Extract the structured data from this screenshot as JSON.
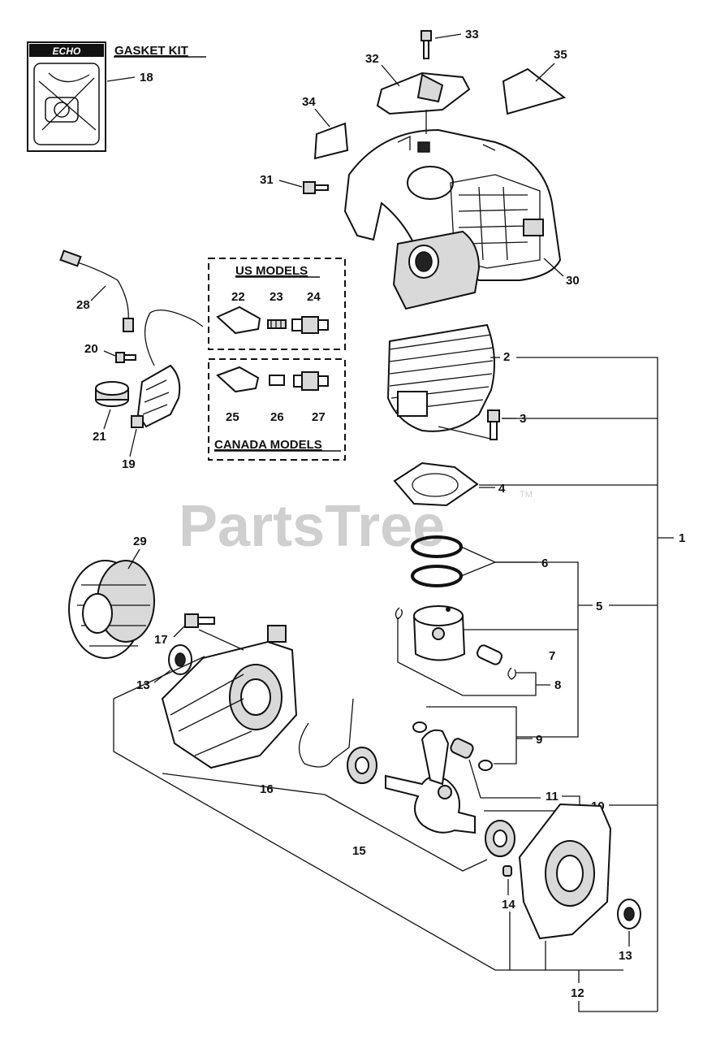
{
  "brand": {
    "logo_text": "ECHO",
    "kit_title": "GASKET KIT"
  },
  "boxes": {
    "us_title": "US MODELS",
    "canada_title": "CANADA MODELS"
  },
  "watermark": {
    "text": "PartsTree",
    "tm": "TM"
  },
  "callouts": {
    "c1": "1",
    "c2": "2",
    "c3": "3",
    "c4": "4",
    "c5": "5",
    "c6": "6",
    "c7": "7",
    "c8": "8",
    "c9": "9",
    "c10": "10",
    "c11": "11",
    "c12": "12",
    "c13a": "13",
    "c13b": "13",
    "c14": "14",
    "c15": "15",
    "c16": "16",
    "c17": "17",
    "c18": "18",
    "c19": "19",
    "c20": "20",
    "c21": "21",
    "c22": "22",
    "c23": "23",
    "c24": "24",
    "c25": "25",
    "c26": "26",
    "c27": "27",
    "c28": "28",
    "c29": "29",
    "c30": "30",
    "c31": "31",
    "c32": "32",
    "c33": "33",
    "c34": "34",
    "c35": "35"
  }
}
